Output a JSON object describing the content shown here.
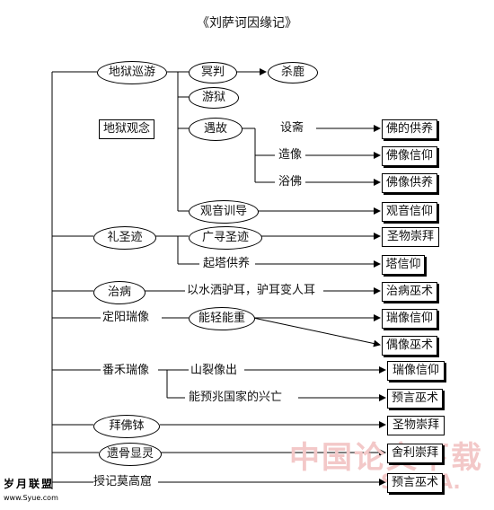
{
  "title": "《刘萨诃因缘记》",
  "categories": {
    "hell_tour": "地狱巡游",
    "hell_concept": "地狱观念",
    "sacred_sites": "礼圣迹",
    "healing": "治病",
    "dingyang": "定阳瑞像",
    "fanhe": "番禾瑞像",
    "worship_relic": "拜佛钵",
    "relic_spirit": "遗骨显灵",
    "prophecy": "授记莫高窟"
  },
  "nodes": {
    "judgement": "冥判",
    "kill_deer": "杀鹿",
    "hell_prison": "游狱",
    "meet_old": "遇故",
    "set_fast": "设斋",
    "make_image": "造像",
    "bathe_buddha": "浴佛",
    "guanyin_guide": "观音训导",
    "seek_sites": "广寻圣迹",
    "build_pagoda": "起塔供养",
    "water_cure": "以水洒驴耳，驴耳变人耳",
    "light_heavy": "能轻能重",
    "mountain_image": "山裂像出",
    "predict_fate": "能预兆国家的兴亡"
  },
  "results": {
    "buddha_offering": "佛的供养",
    "image_faith": "佛像信仰",
    "image_offering": "佛像供养",
    "guanyin_faith": "观音信仰",
    "holy_worship": "圣物崇拜",
    "pagoda_faith": "塔信仰",
    "healing_magic": "治病巫术",
    "auspicious_faith": "瑞像信仰",
    "idol_magic": "偶像巫术",
    "auspicious_faith_2": "瑞像信仰",
    "prophecy_magic": "预言巫术",
    "holy_worship_2": "圣物崇拜",
    "sarira_worship": "舍利崇拜",
    "prophecy_magic_2": "预言巫术"
  },
  "watermark": {
    "cn": "中国论文下载",
    "en": "SSLDA."
  },
  "logo": {
    "name": "岁月联盟",
    "url": "www.Syue.com"
  }
}
